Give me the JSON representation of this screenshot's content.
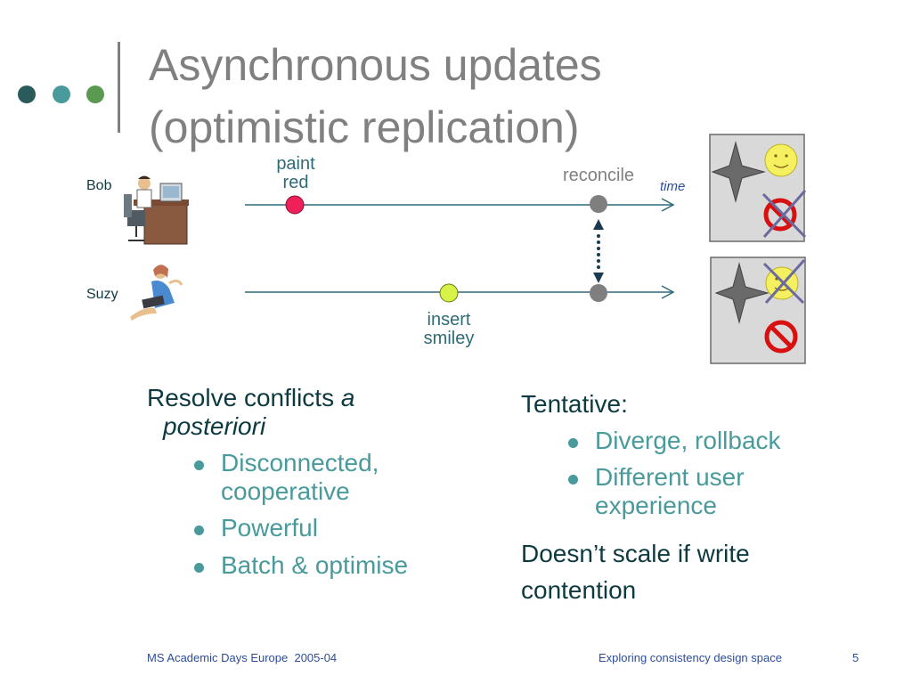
{
  "slide": {
    "title_line1": "Asynchronous updates",
    "title_line2": "(optimistic replication)",
    "accent_colors": [
      "#2b5a5a",
      "#4a9a9c",
      "#5a9a50"
    ]
  },
  "diagram": {
    "bob_label": "Bob",
    "suzy_label": "Suzy",
    "paint_label_1": "paint",
    "paint_label_2": "red",
    "reconcile_label": "reconcile",
    "time_label": "time",
    "insert_label_1": "insert",
    "insert_label_2": "smiley",
    "paint_dot_color": "#ef1f5a",
    "insert_dot_color": "#d9f24a",
    "reconcile_dot_color": "#7f7f7f",
    "icons": [
      "person-at-desk-icon",
      "person-with-laptop-icon",
      "four-point-star-icon",
      "smiley-face-icon",
      "prohibited-sign-icon",
      "cross-out-icon",
      "dotted-double-arrow-icon"
    ]
  },
  "left_text": {
    "heading_main": "Resolve conflicts ",
    "heading_italic_1": "a",
    "heading_italic_2": "posteriori",
    "bullets": [
      {
        "line1": "Disconnected,",
        "line2": "cooperative"
      },
      {
        "line1": "Powerful",
        "line2": ""
      },
      {
        "line1": "Batch & optimise",
        "line2": ""
      }
    ]
  },
  "right_text": {
    "heading": "Tentative:",
    "bullets": [
      {
        "line1": "Diverge, rollback",
        "line2": ""
      },
      {
        "line1": "Different user",
        "line2": "experience"
      }
    ],
    "footer_line1": "Doesn’t scale if write",
    "footer_line2": "contention"
  },
  "footer": {
    "left": "MS Academic Days Europe  2005-04",
    "center": "Exploring consistency design space",
    "page_number": "5"
  }
}
